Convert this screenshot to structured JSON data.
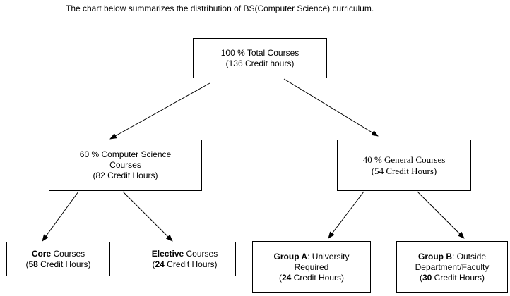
{
  "caption": "The chart below summarizes the distribution of BS(Computer Science) curriculum.",
  "nodes": {
    "root": {
      "line1": "100 % Total Courses",
      "line2": "(136 Credit hours)"
    },
    "computer_science": {
      "line1": "60 % Computer Science",
      "line2": "Courses",
      "line3": "(82 Credit Hours)"
    },
    "general": {
      "line1": "40 % General Courses",
      "line2": "(54 Credit Hours)"
    },
    "core": {
      "bold": "Core",
      "rest": " Courses",
      "open": "(",
      "hours_bold": "58",
      "hours_rest": " Credit Hours)"
    },
    "elective": {
      "bold": "Elective",
      "rest": " Courses",
      "open": "(",
      "hours_bold": "24",
      "hours_rest": " Credit Hours)"
    },
    "group_a": {
      "bold": "Group A",
      "rest": ": University",
      "line2": "Required",
      "open": "(",
      "hours_bold": "24",
      "hours_rest": " Credit Hours)"
    },
    "group_b": {
      "bold": "Group B",
      "rest": ": Outside",
      "line2": "Department/Faculty",
      "open": "(",
      "hours_bold": "30",
      "hours_rest": " Credit Hours)"
    }
  }
}
